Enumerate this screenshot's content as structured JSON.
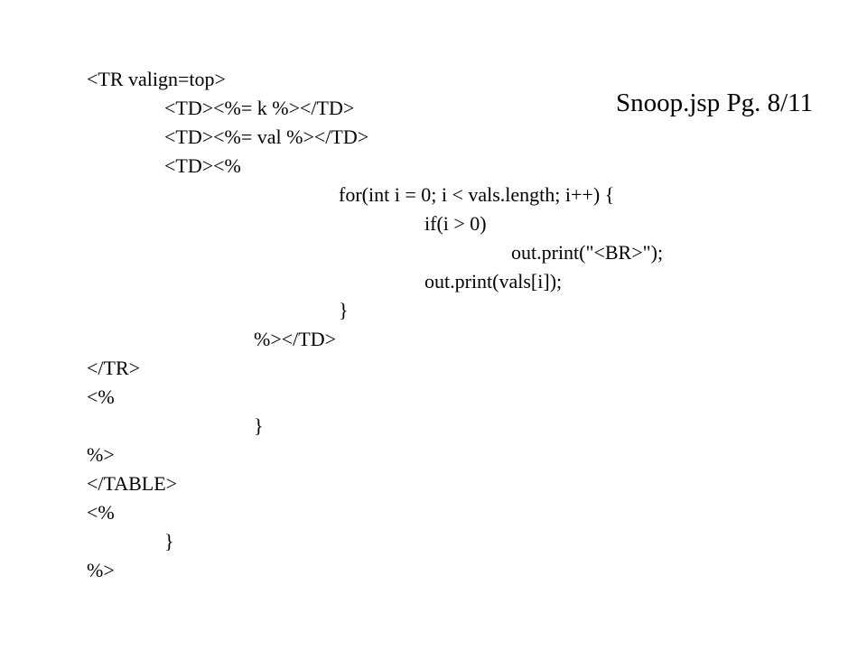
{
  "slide": {
    "title": "Snoop.jsp Pg. 8/11",
    "code_lines": [
      "<TR valign=top>",
      "<TD><%= k %></TD>",
      "<TD><%= val %></TD>",
      "<TD><%",
      "for(int i = 0; i < vals.length; i++) {",
      "if(i > 0)",
      "out.print(\"<BR>\");",
      "out.print(vals[i]);",
      "}",
      "%></TD>",
      "</TR>",
      "<%",
      "}",
      "%>",
      "</TABLE>",
      "<%",
      "}",
      "%>"
    ]
  }
}
